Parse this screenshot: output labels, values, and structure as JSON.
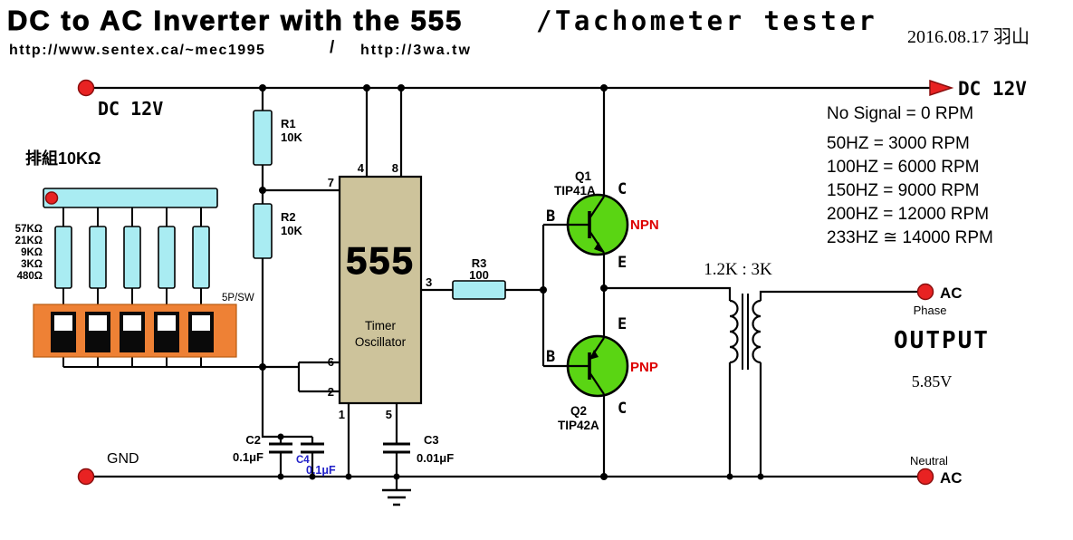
{
  "header": {
    "title_main": "DC to AC Inverter with the 555",
    "title_sub": "/Tachometer tester",
    "date": "2016.08.17 羽山",
    "url_left": "http://www.sentex.ca/~mec1995",
    "url_sep": "/",
    "url_right": "http://3wa.tw"
  },
  "power": {
    "dc12v_left": "DC 12V",
    "dc12v_right": "DC 12V",
    "gnd": "GND"
  },
  "rpm_notes": {
    "line0": "No Signal = 0 RPM",
    "lines": [
      "50HZ = 3000 RPM",
      "100HZ = 6000 RPM",
      "150HZ = 9000 RPM",
      "200HZ = 12000 RPM",
      "233HZ ≅ 14000 RPM"
    ]
  },
  "ic555": {
    "label": "555",
    "sub1": "Timer",
    "sub2": "Oscillator",
    "pin4": "4",
    "pin8": "8",
    "pin7": "7",
    "pin3": "3",
    "pin6": "6",
    "pin2": "2",
    "pin1": "1",
    "pin5": "5"
  },
  "resistors": {
    "r1_ref": "R1",
    "r1_val": "10K",
    "r2_ref": "R2",
    "r2_val": "10K",
    "r3_ref": "R3",
    "r3_val": "100"
  },
  "resistor_array": {
    "title": "排組10KΩ",
    "values": [
      "57KΩ",
      "21KΩ",
      "9KΩ",
      "3KΩ",
      "480Ω"
    ],
    "switch_label": "5P/SW"
  },
  "capacitors": {
    "c2_ref": "C2",
    "c2_val": "0.1μF",
    "c4_ref": "C4",
    "c4_val": "0.1μF",
    "c3_ref": "C3",
    "c3_val": "0.01μF"
  },
  "transistors": {
    "q1_ref": "Q1",
    "q1_part": "TIP41A",
    "q1_type": "NPN",
    "q2_ref": "Q2",
    "q2_part": "TIP42A",
    "q2_type": "PNP",
    "c": "C",
    "b": "B",
    "e": "E"
  },
  "transformer": {
    "ratio": "1.2K : 3K"
  },
  "output": {
    "ac": "AC",
    "phase": "Phase",
    "label": "OUTPUT",
    "voltage": "5.85V",
    "neutral": "Neutral"
  },
  "colors": {
    "resistor_fill": "#a9ecf2",
    "ic_fill": "#cdc39b",
    "transistor_fill": "#5ad513",
    "switch_fill": "#ee8135",
    "terminal_red": "#e82222",
    "type_red": "#dd0000",
    "c4_blue": "#2020c8"
  }
}
